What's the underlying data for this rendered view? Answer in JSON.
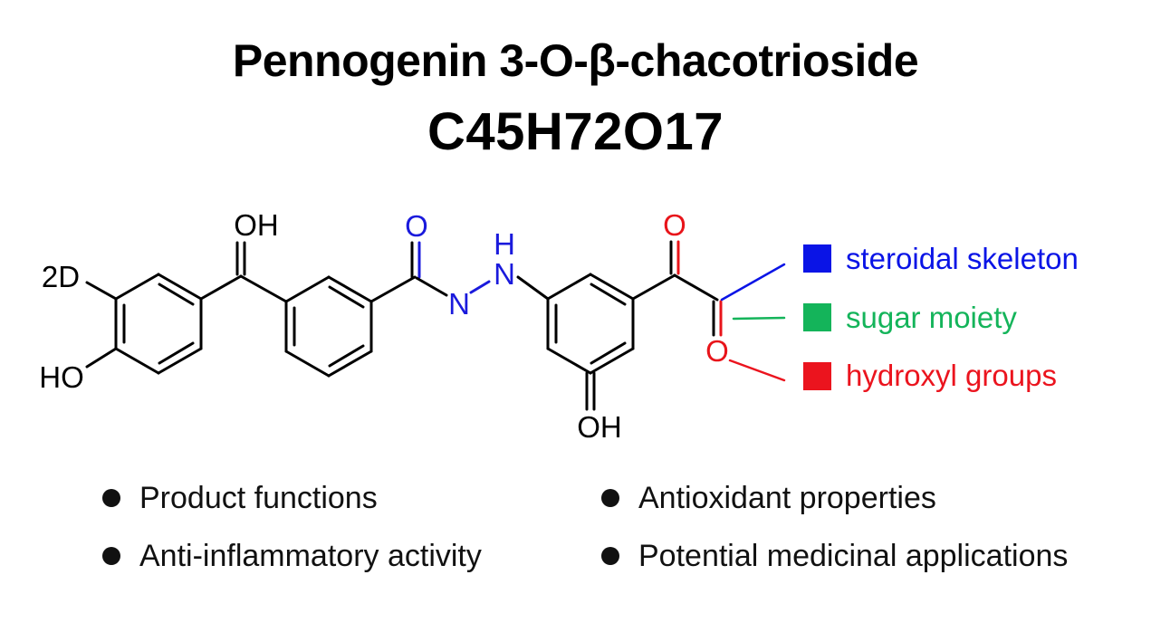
{
  "header": {
    "name": "Pennogenin 3-O-β-chacotrioside",
    "formula": "C45H72O17"
  },
  "structure": {
    "labels": {
      "oh_top": "OH",
      "deuterium": "2D",
      "ho_left": "HO",
      "carbonyl_o_amide": "O",
      "nh_h": "H",
      "nh_n": "N",
      "n_left": "N",
      "oh_bottom": "OH",
      "carbonyl_o_keto": "O",
      "o_chain": "O"
    },
    "colors": {
      "bond": "#000000",
      "hydrazide": "#1a1adc",
      "keto": "#e8141a"
    }
  },
  "legend": {
    "items": [
      {
        "label": "steroidal skeleton",
        "color": "#0a14e6"
      },
      {
        "label": "sugar moiety",
        "color": "#14b45a"
      },
      {
        "label": "hydroxyl groups",
        "color": "#eb141e"
      }
    ]
  },
  "bullets": {
    "left": [
      "Product functions",
      "Anti-inflammatory activity"
    ],
    "right": [
      "Antioxidant properties",
      "Potential medicinal applications"
    ]
  }
}
